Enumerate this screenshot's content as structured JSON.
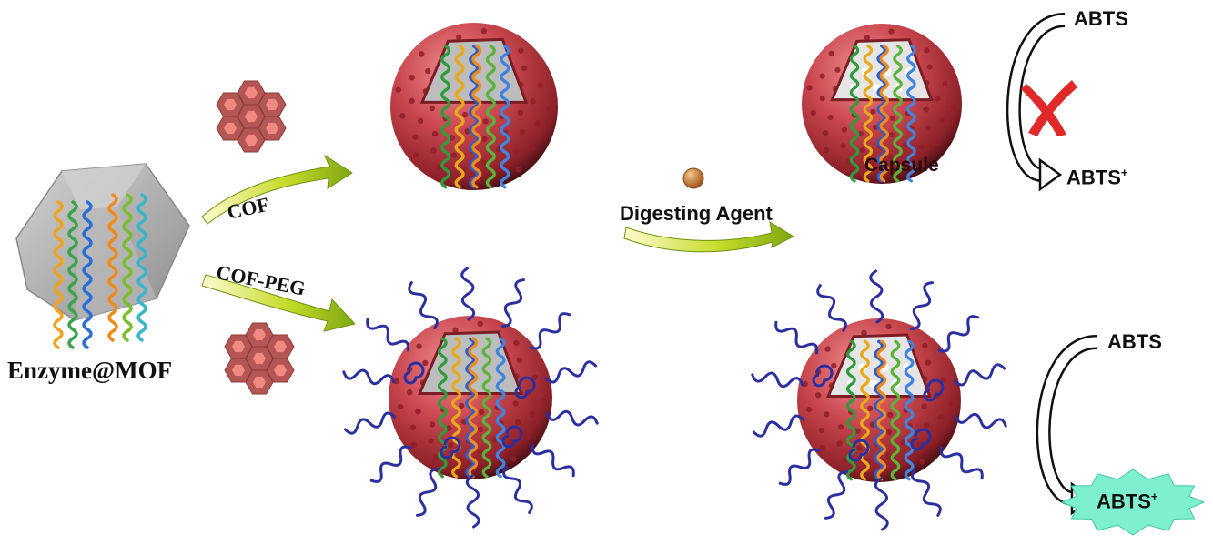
{
  "labels": {
    "enzyme_mof": "Enzyme@MOF",
    "cof": "COF",
    "cof_peg": "COF-PEG",
    "digesting_agent": "Digesting Agent",
    "capsule": "Capsule",
    "abts": "ABTS",
    "abts_plus_base": "ABTS",
    "abts_plus_sup": "+"
  },
  "colors": {
    "shell": "#c64a4f",
    "shell_dark": "#7a1d24",
    "shell_light": "#e9878a",
    "mof_gray": "#a9a9a9",
    "cof_fill": "#b45654",
    "cof_hole": "#f08a80",
    "arrow_green": "#9bc21a",
    "peg_blue": "#2b2fa0",
    "cross_red": "#e02a2a",
    "burst_teal": "#7ff0cf",
    "agent_orange": "#d98b3c"
  },
  "icons": [
    "mof-crystal-icon",
    "cof-hexagon-icon",
    "capsule-icon",
    "peg-chain-icon",
    "protein-icon",
    "digesting-agent-icon",
    "blocked-cross-icon",
    "product-burst-icon"
  ]
}
